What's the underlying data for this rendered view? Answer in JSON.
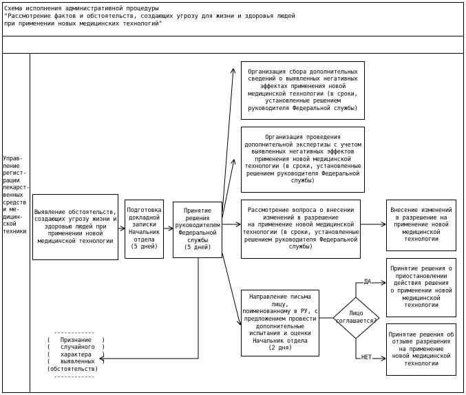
{
  "header": {
    "title": "Схема исполнения административной процедуры\n\"Рассмотрение фактов и обстоятельств, создающих угрозу для жизни и здоровья людей\nпри применении новых медицинских технологий\""
  },
  "side_label": "Управ-\nление\nрегист-\nрации\nлекарст-\nвенных\nсредств\nи ме-\nдицин-\nской\nтехники",
  "boxes": {
    "identify": "Выявление обстоятельств,\nсоздающих угрозу жизни и\nздоровью людей при\nприменении новой\nмедицинской технологии",
    "memo": "Подготовка\nдокладной\nзаписки\nНачальник\nотдела\n(5 дней)",
    "decision": "Принятие\nрешения\nруководителем\nФедеральной\nслужбы\n(5 дней)",
    "collect": "Организация сбора дополнительных\nсведений о выявленных негативных\nэффектах применения новой\nмедицинской технологии (в сроки,\nустановленные решением\nруководителя Федеральной службы)",
    "expertise": "Организация проведения\nдополнительной экспертизы с учетом\nвыявленных негативных эффектов\nприменения новой медицинской\nтехнологии (в сроки, установленные\nрешением руководителя Федеральной\nслужбы)",
    "consider_changes": "Рассмотрение вопроса о внесении\nизменений в разрешение\nна применение новой медицинской\nтехнологии (в сроки, установленные\nрешением руководителя Федеральной\nслужбы)",
    "make_changes": "Внесение изменений\nв разрешение на\nприменение новой\nмедицинской\nтехнологии",
    "letter": "Направление письма лицу,\nпоименованному в РУ, с\nпредложением провести\nдополнительные\nиспытания и оценки\nНачальник отдела\n(2 дня)",
    "suspend": "Принятие решения о\nприостановлении\nдействия решения\nо применении новой\nмедицинской\nтехнологии",
    "revoke": "Принятие решения об\nотзыве разрешения\nна применение\nновой медицинской\nтехнологии"
  },
  "diamond": {
    "question": "Лицо\nсоглашается?",
    "yes": "ДА",
    "no": "НЕТ"
  },
  "recognition_note": "  ------------\n(   Признание   )\n(   случайного  )\n(   характера   )\n(   выявленных  )\n(обстоятельств)\n  ------------"
}
